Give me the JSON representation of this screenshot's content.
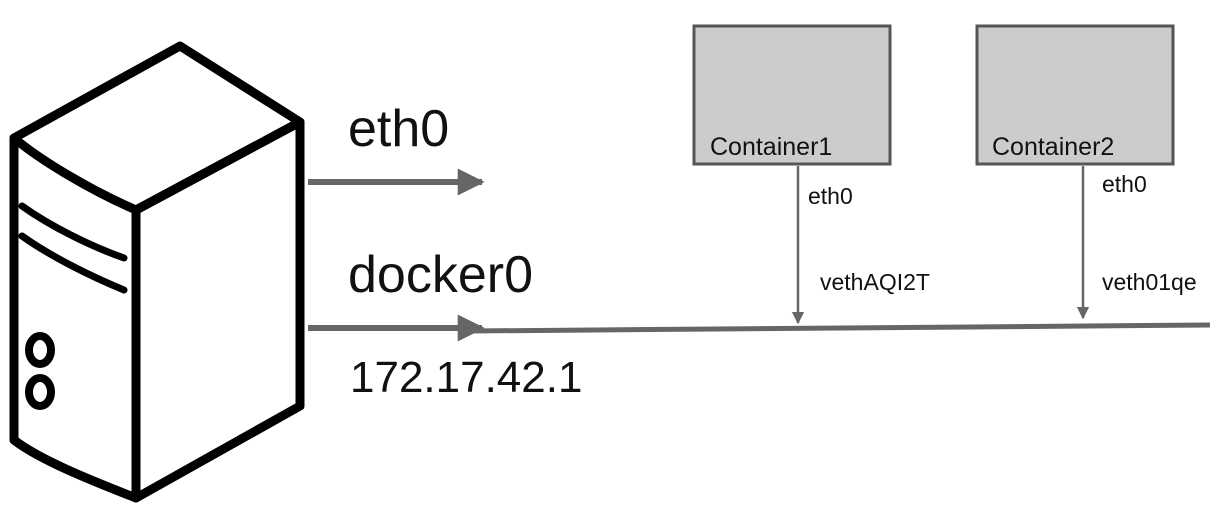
{
  "diagram": {
    "host": {
      "iface_eth0": "eth0",
      "iface_docker0": "docker0",
      "docker0_ip": "172.17.42.1"
    },
    "containers": [
      {
        "name": "Container1",
        "iface": "eth0",
        "veth": "vethAQI2T"
      },
      {
        "name": "Container2",
        "iface": "eth0",
        "veth": "veth01qe"
      }
    ],
    "colors": {
      "container_fill": "#cccccc",
      "container_stroke": "#555555",
      "line": "#666666",
      "server_stroke": "#000000"
    }
  }
}
